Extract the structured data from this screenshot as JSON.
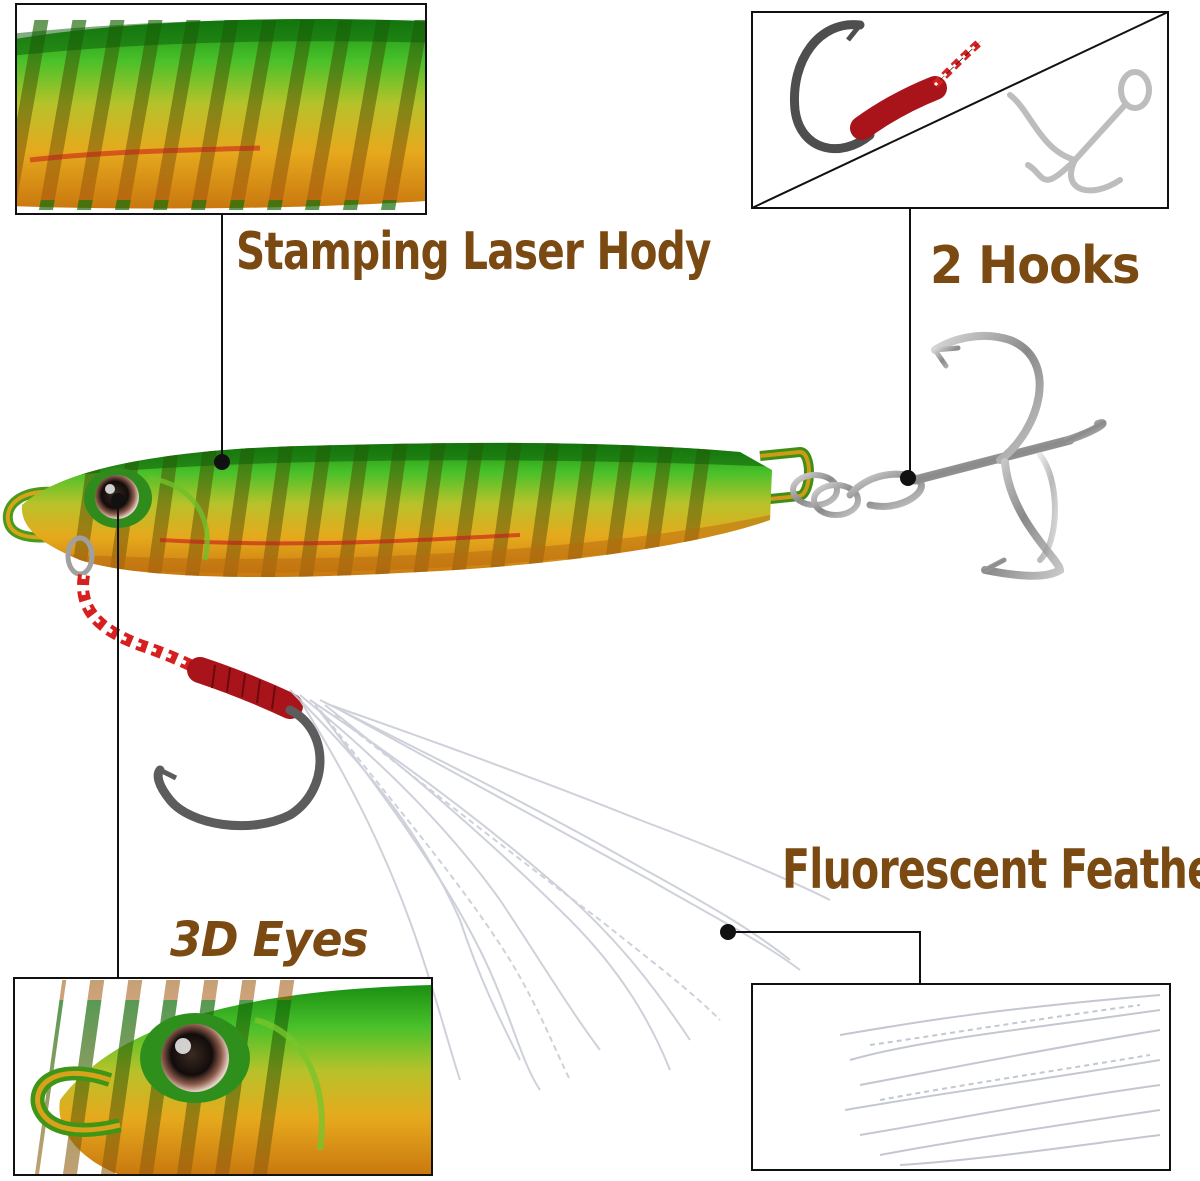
{
  "labels": {
    "body": "Stamping Laser Hody",
    "hooks": "2 Hooks",
    "feathers": "Fluorescent Feathers",
    "eyes": "3D Eyes"
  },
  "colors": {
    "label_text": "#7a4a12",
    "lure_green": "#2faa1c",
    "lure_gold": "#e0a21a",
    "hook_steel": "#8c8c8c",
    "assist_red": "#c0171b",
    "frame": "#111111"
  },
  "icons": [
    "fishing-lure",
    "treble-hook",
    "assist-hook",
    "feather-skirt",
    "lure-eye"
  ]
}
